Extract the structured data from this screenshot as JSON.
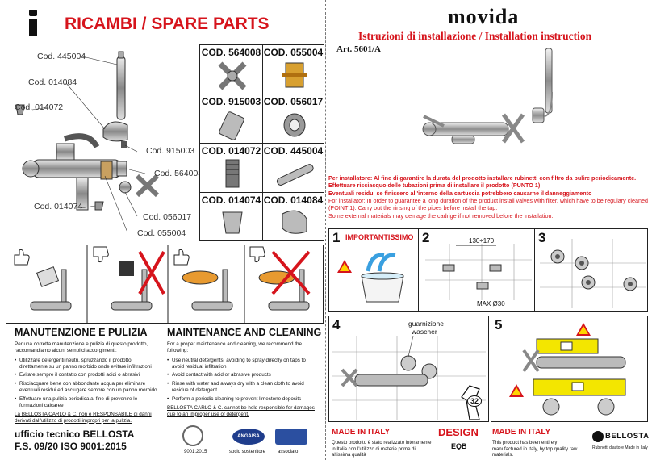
{
  "left": {
    "title": "RICAMBI / SPARE PARTS",
    "callouts": [
      "Cod. 445004",
      "Cod. 014084",
      "Cod. 014072",
      "Cod. 915003",
      "Cod. 564008",
      "Cod. 014074",
      "Cod. 056017",
      "Cod. 055004"
    ],
    "parts_grid": [
      "COD. 564008",
      "COD. 055004",
      "COD. 915003",
      "COD. 056017",
      "COD. 014072",
      "COD. 445004",
      "COD. 014074",
      "COD. 014084"
    ],
    "maint_it": {
      "title": "MANUTENZIONE E PULIZIA",
      "intro": "Per una corretta manutenzione e pulizia di questo prodotto, raccomandiamo alcuni semplici accorgimenti:",
      "items": [
        "Utilizzare detergenti neutri, spruzzando il prodotto direttamente su un panno morbido onde evitare infiltrazioni",
        "Evitare sempre il contatto con prodotti acidi o abrasivi",
        "Risciacquare bene con abbondante acqua per eliminare eventuali residui ed asciugare sempre con un panno morbido",
        "Effettuare una pulizia periodica al fine di prevenire le formazioni calcaree"
      ],
      "disclaimer": "La BELLOSTA CARLO & C. non è RESPONSABILE di danni derivati dall'utilizzo di prodotti impropri per la pulizia."
    },
    "maint_en": {
      "title": "MAINTENANCE AND CLEANING",
      "intro": "For a proper maintenance and cleaning, we recommend the following:",
      "items": [
        "Use neutral detergents, avoiding to spray directly on taps to avoid residual infiltration",
        "Avoid contact with acid or abrasive products",
        "Rinse with water and always dry with a clean cloth to avoid residue of detergent",
        "Perform a periodic cleaning to prevent limestone deposits"
      ],
      "disclaimer": "BELLOSTA CARLO & C. cannot be held responsible for damages due to an improper use of detergent."
    },
    "footer_office": "ufficio tecnico BELLOSTA",
    "footer_iso": "F.S. 09/20 ISO 9001:2015",
    "cert_labels": [
      "9001:2015",
      "socio sostenitore",
      "associato"
    ],
    "cert_badge": "ANGAISA"
  },
  "right": {
    "brand": "movida",
    "subtitle": "Istruzioni di installazione / Installation instruction",
    "article": "Art. 5601/A",
    "note_it": [
      "Per installatore: Al fine di garantire la durata del prodotto installare rubinetti con filtro da pulire periodicamente.",
      "Effettuare risciacquo delle tubazioni prima di installare il prodotto (PUNTO 1)",
      "Eventuali residui se finissero all'interno della cartuccia potrebbero causarne il danneggiamento"
    ],
    "note_en": [
      "For installator: In order to guarantee a long duration of the product install valves with filter, which have to be regulary cleaned (POINT 1). Carry out the rinsing of the pipes before install the tap.",
      "Some external materials may demage the cadrige if not removed before the  installation."
    ],
    "steps": {
      "s1": {
        "num": "1",
        "label": "IMPORTANTISSIMO"
      },
      "s2": {
        "num": "2",
        "dim_top": "130÷170",
        "dim_bottom": "MAX Ø30"
      },
      "s3": {
        "num": "3"
      },
      "s4": {
        "num": "4",
        "label_a": "guarnizione",
        "label_b": "wascher",
        "wrench": "32"
      },
      "s5": {
        "num": "5"
      }
    },
    "made_it": {
      "title": "MADE IN ITALY",
      "text": "Questo prodotto è stato realizzato interamente in Italia con l'utilizzo di materie prime di altissima qualità"
    },
    "design": {
      "title": "DESIGN",
      "sub": "EQB"
    },
    "made_en": {
      "title": "MADE IN ITALY",
      "text": "This product has been entirely manufactured in Italy, by top quality raw materials."
    },
    "bellosta": {
      "name": "BELLOSTA",
      "tagline": "Rubinetti d'autore Made in Italy"
    }
  },
  "colors": {
    "red": "#d6141c",
    "yellow": "#f3e600",
    "ink": "#111111"
  }
}
